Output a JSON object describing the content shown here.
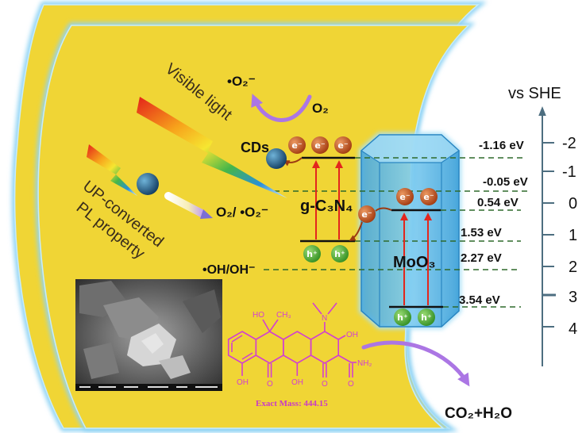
{
  "axis": {
    "title": "vs SHE",
    "ticks": [
      "-2",
      "-1",
      "0",
      "1",
      "2",
      "3",
      "4"
    ]
  },
  "energy_levels": [
    "-1.16 eV",
    "-0.05 eV",
    "0.54 eV",
    "1.53 eV",
    "2.27 eV",
    "3.54 eV"
  ],
  "labels": {
    "cds": "CDs",
    "g_c3n4": "g-C₃N₄",
    "moo3": "MoO₃",
    "superoxide": "•O₂⁻",
    "oxygen": "O₂",
    "o2_superoxide": "O₂/ •O₂⁻",
    "hydroxyl": "•OH/OH⁻",
    "visible_light": "Visible light",
    "up_converted": [
      "UP-converted",
      "PL property"
    ]
  },
  "carriers": {
    "electron": "e⁻",
    "hole": "h⁺"
  },
  "molecule": {
    "atoms": [
      "HO",
      "CH₃",
      "N",
      "OH",
      "O",
      "NH₂",
      "OH",
      "O",
      "OH",
      "O"
    ],
    "exact_mass": "Exact Mass: 444.15"
  },
  "products": "CO₂+H₂O",
  "colors": {
    "sheet": "#f0d535",
    "sheet_glow": "#8fd3f4",
    "dashed": "#2e6a2c",
    "level_line": "#111111",
    "excitation_arrow": "#e3261d",
    "purple_arrow": "#ab76e4",
    "molecule": "#d23fd0",
    "axis": "#4d6e80",
    "products": "#a774e6"
  }
}
